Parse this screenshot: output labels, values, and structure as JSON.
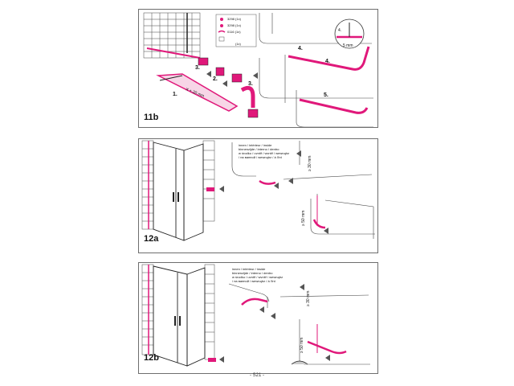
{
  "colors": {
    "accent": "#e0187a",
    "line": "#222222",
    "panel_border": "#6e6e6e"
  },
  "figures": [
    {
      "label": "11b",
      "steps": [
        "1.",
        "2.",
        "3.",
        "3.",
        "4.",
        "4.",
        "5."
      ],
      "dimension": "X + 20 mm",
      "inset_dimension": "5 mm",
      "parts_list": [
        "3298 (1x)",
        "3298 (1x)",
        "0116 (1x)",
        "(1x)"
      ]
    },
    {
      "label": "12a",
      "note_lines": [
        "innen / intérieur / inside",
        "binnenzijde / interno / dentro",
        "w środku / uvnitř / wvnitř / wewnątrz",
        "/ на ванной / wewnątrz / à l'int"
      ],
      "dimension_upper": "≥ 30 mm",
      "dimension_lower": "≥ 50 mm"
    },
    {
      "label": "12b",
      "note_lines": [
        "innen / intérieur / inside",
        "binnenzijde / interno / dentro",
        "w środku / uvnitř / wvnitř / wewnątrz",
        "/ на ванной / wewnątrz / à l'int"
      ],
      "dimension_upper": "≥ 30 mm",
      "dimension_lower": "≥ 50 mm"
    }
  ],
  "page_number": "- S21 -"
}
